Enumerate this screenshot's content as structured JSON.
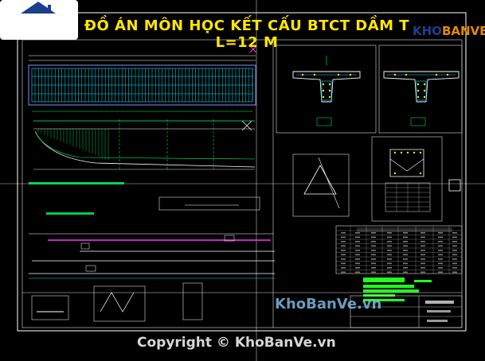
{
  "drawing": {
    "title": "ĐỒ ÁN MÔN HỌC KẾT CẤU BTCT DẦM T L=12 M",
    "colors": {
      "background": "#000000",
      "title": "#ffe600",
      "border": "#ffffff",
      "rebar_cyan": "#00e5ff",
      "dimension_green": "#00ff66",
      "magenta": "#ff33ff",
      "label_green": "#22ff22"
    }
  },
  "logo": {
    "brand_a": "KHO",
    "brand_b": "BANVE",
    "icon": "house-icon"
  },
  "watermark": {
    "text": "KhoBanVe.vn",
    "copyright": "Copyright © KhoBanVe.vn"
  }
}
